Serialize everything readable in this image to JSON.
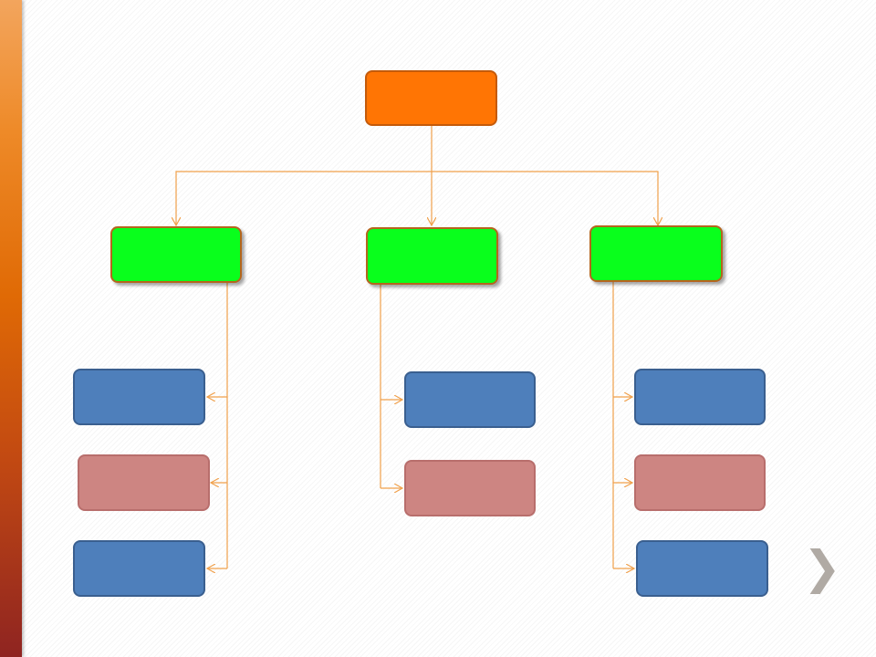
{
  "colors": {
    "root_fill": "#ff7504",
    "mid_fill": "#09ff1c",
    "blue_fill": "#4e7fbb",
    "rose_fill": "#cd8582",
    "connector": "#f0a04b",
    "side_bar": "#e8750c"
  },
  "diagram": {
    "root": {
      "label": ""
    },
    "branches": [
      {
        "label": "",
        "children": [
          {
            "label": "",
            "kind": "blue"
          },
          {
            "label": "",
            "kind": "rose"
          },
          {
            "label": "",
            "kind": "blue"
          }
        ]
      },
      {
        "label": "",
        "children": [
          {
            "label": "",
            "kind": "blue"
          },
          {
            "label": "",
            "kind": "rose"
          }
        ]
      },
      {
        "label": "",
        "children": [
          {
            "label": "",
            "kind": "blue"
          },
          {
            "label": "",
            "kind": "rose"
          },
          {
            "label": "",
            "kind": "blue"
          }
        ]
      }
    ]
  },
  "nav": {
    "next_icon": "chevron-right-icon",
    "next_glyph": "❯"
  }
}
